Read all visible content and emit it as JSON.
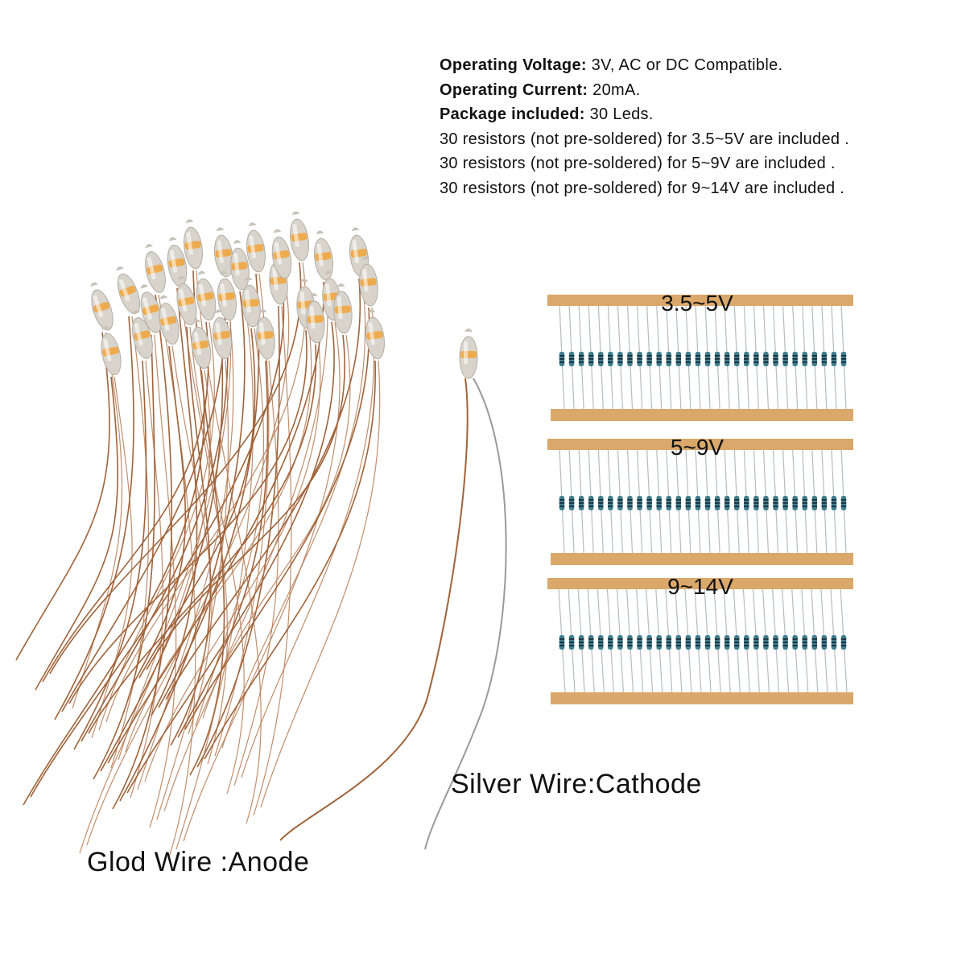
{
  "specs": [
    {
      "label": "Operating Voltage:",
      "value": " 3V, AC or DC Compatible."
    },
    {
      "label": "Operating Current:",
      "value": " 20mA."
    },
    {
      "label": "Package included:",
      "value": " 30 Leds."
    },
    {
      "label": "",
      "value": "30 resistors (not pre-soldered) for 3.5~5V are included ."
    },
    {
      "label": "",
      "value": "30 resistors (not pre-soldered) for 5~9V are included ."
    },
    {
      "label": "",
      "value": "30 resistors (not pre-soldered) for 9~14V are included ."
    }
  ],
  "resistor_strips": [
    {
      "label": "3.5~5V",
      "count": 30
    },
    {
      "label": "5~9V",
      "count": 30
    },
    {
      "label": "9~14V",
      "count": 30
    }
  ],
  "led_count": 30,
  "captions": {
    "anode": "Glod Wire :Anode",
    "cathode": "Silver Wire:Cathode"
  },
  "colors": {
    "tape": "#d9a86a",
    "gold_wire": "#a0633a",
    "silver_wire": "#9a9a9a",
    "resistor_body": "#3f7f8f",
    "led_body": "#d8d4cc",
    "led_core": "#f0a640"
  }
}
